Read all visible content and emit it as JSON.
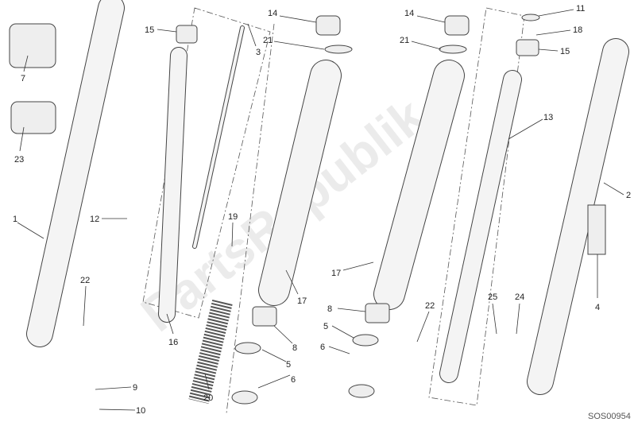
{
  "diagram": {
    "watermark": "PartsRepublik",
    "drawing_code": "SOS00954",
    "callouts": [
      "7",
      "23",
      "1",
      "12",
      "15",
      "3",
      "16",
      "19",
      "20",
      "22",
      "9",
      "10",
      "14",
      "21",
      "17",
      "8",
      "5",
      "6",
      "14",
      "21",
      "17",
      "8",
      "5",
      "6",
      "22",
      "13",
      "11",
      "18",
      "15",
      "25",
      "24",
      "2",
      "4"
    ]
  }
}
